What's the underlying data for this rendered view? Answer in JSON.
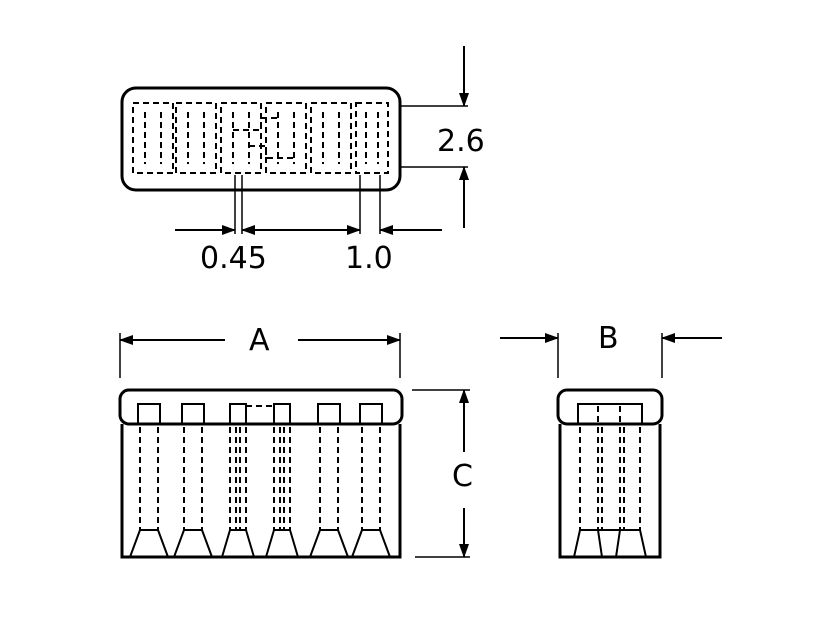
{
  "dimensions": {
    "height_top": "2.6",
    "pin_width": "0.45",
    "pitch": "1.0",
    "length": "A",
    "width": "B",
    "height": "C"
  }
}
